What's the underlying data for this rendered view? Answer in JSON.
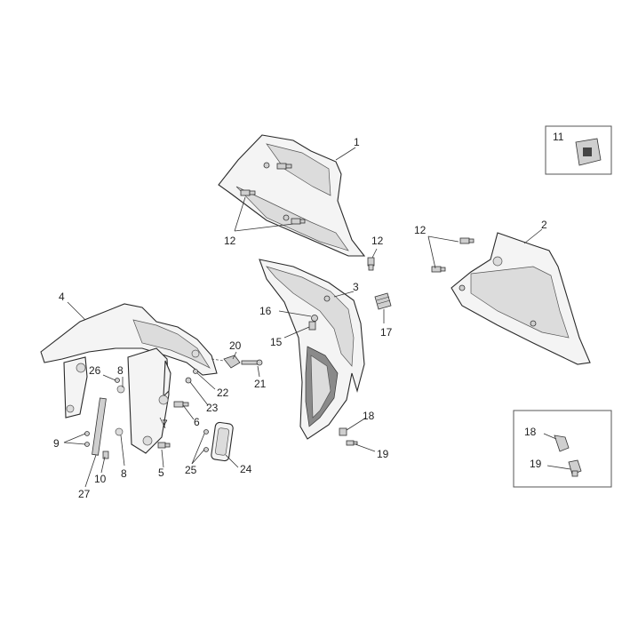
{
  "callouts": {
    "c1": "1",
    "c2": "2",
    "c3": "3",
    "c4": "4",
    "c5": "5",
    "c6": "6",
    "c7": "7",
    "c8a": "8",
    "c8b": "8",
    "c9": "9",
    "c10": "10",
    "c11": "11",
    "c12a": "12",
    "c12b": "12",
    "c12c": "12",
    "c15": "15",
    "c16": "16",
    "c17": "17",
    "c18a": "18",
    "c18b": "18",
    "c19a": "19",
    "c19b": "19",
    "c20": "20",
    "c21": "21",
    "c22": "22",
    "c23": "23",
    "c24": "24",
    "c25": "25",
    "c26": "26",
    "c27": "27"
  },
  "colors": {
    "line": "#2a2a2a",
    "part_fill": "#f4f4f4",
    "inset_border": "#555555"
  }
}
